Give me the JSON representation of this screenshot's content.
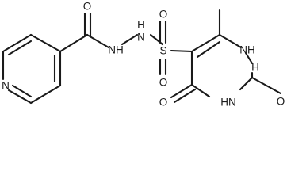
{
  "molecule": {
    "atoms": {
      "amide_oxygen": "O",
      "hydrazide_nh_1": "H",
      "hydrazide_nh_1_n": "N",
      "hydrazide_nh_2": "NH",
      "sulfur": "S",
      "sulfonyl_oxygen_top": "O",
      "sulfonyl_oxygen_bottom": "O",
      "pyridine_nitrogen": "N",
      "ring_nh_top": "NH",
      "ring_nh_top_h": "H",
      "ring_nh_bottom": "HN",
      "carbonyl_oxygen_right": "O",
      "carbonyl_oxygen_bottom": "O"
    }
  }
}
